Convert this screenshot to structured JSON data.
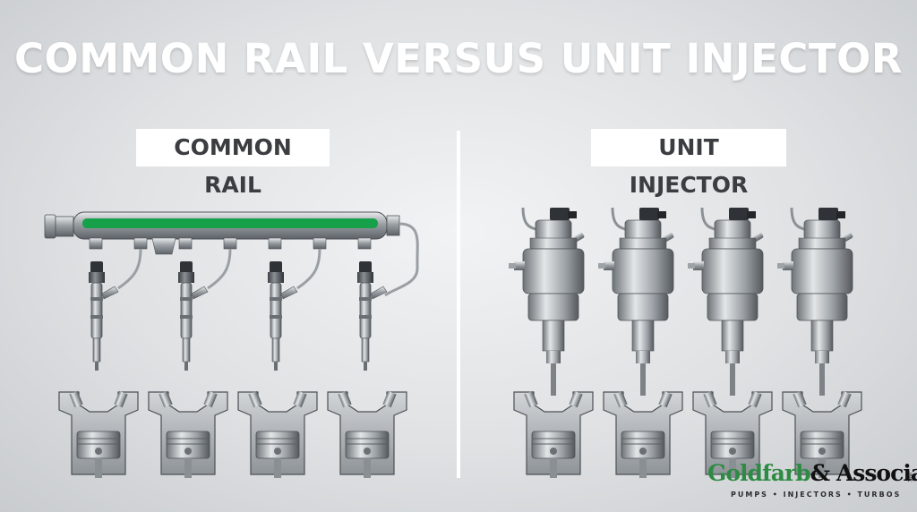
{
  "title": "COMMON RAIL VERSUS UNIT INJECTOR",
  "left_panel": {
    "label": "COMMON RAIL"
  },
  "right_panel": {
    "label": "UNIT INJECTOR"
  },
  "logo": {
    "name_part1": "Goldfarb",
    "name_part2": "& Associates",
    "suffix": "INC",
    "tagline": "PUMPS • INJECTORS • TURBOS"
  },
  "colors": {
    "rail_accent": "#16a04a",
    "logo_green": "#2e8b43"
  }
}
